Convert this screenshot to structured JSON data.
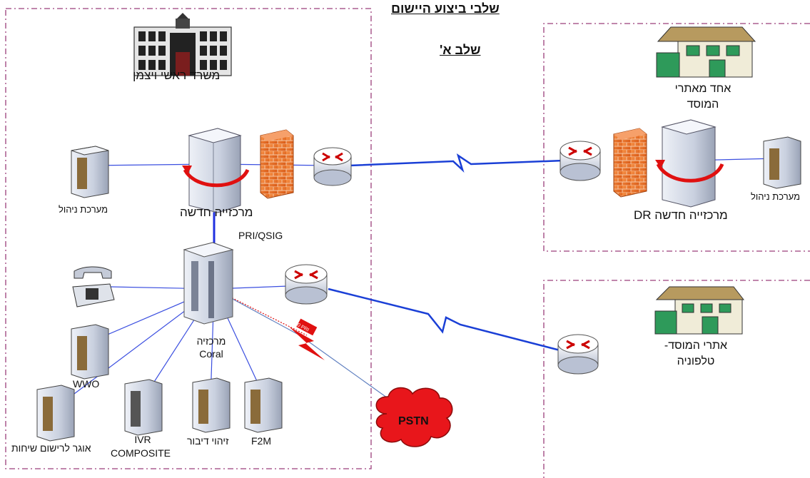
{
  "page": {
    "title": "שלבי ביצוע היישום",
    "subtitle": "שלב א'"
  },
  "hq": {
    "name": "משרד ראשי ויצמן",
    "new_pbx": "מרכזייה חדשה",
    "mgmt": "מערכת ניהול",
    "link_label": "PRI/QSIG",
    "coral_line1": "מרכזיה",
    "coral_line2": "Coral",
    "wwo": "WWO",
    "recorder": "אוגר לרישום שיחות",
    "ivr_line1": "IVR",
    "ivr_line2": "COMPOSITE",
    "speech": "זיהוי דיבור",
    "f2m": "F2M",
    "pri_badge": "10 PRI",
    "pstn": "PSTN"
  },
  "dr_site": {
    "name_line1": "אחד מאתרי",
    "name_line2": "המוסד",
    "pbx": "DR מרכזייה חדשה",
    "mgmt": "מערכת ניהול"
  },
  "tel_site": {
    "name_line1": "אתרי המוסד-",
    "name_line2": "טלפוניה"
  },
  "colors": {
    "frame": "#9b3f7b",
    "link_blue": "#1f3fe0",
    "wan_blue": "#1a3fd6",
    "red": "#e01010",
    "firewall": "#e8661a",
    "server": "#d7dce8",
    "house_green": "#2e9a5a"
  }
}
